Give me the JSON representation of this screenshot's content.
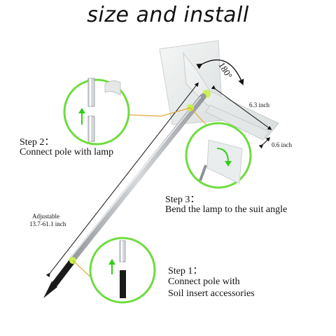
{
  "title": "size and install",
  "steps": [
    {
      "title": "Step 1：",
      "lines": [
        "Connect pole with",
        "Soil insert accessories"
      ]
    },
    {
      "title": "Step 2：",
      "lines": [
        "Connect pole with lamp"
      ]
    },
    {
      "title": "Step 3：",
      "lines": [
        "Bend the lamp to  the suit angle"
      ]
    }
  ],
  "dimensions": {
    "rotation": "180°",
    "panel_width": "6.3 inch",
    "panel_thickness": "0.6 inch",
    "pole_label": "Adjustable",
    "pole_range": "13.7-61.1 inch"
  },
  "colors": {
    "callout_ring": "#6edc3e",
    "leader_line": "#e3a83a",
    "arrow_green": "#33cc1a",
    "pole_metal": "#c8ccd0",
    "spike": "#1a1a1a"
  }
}
